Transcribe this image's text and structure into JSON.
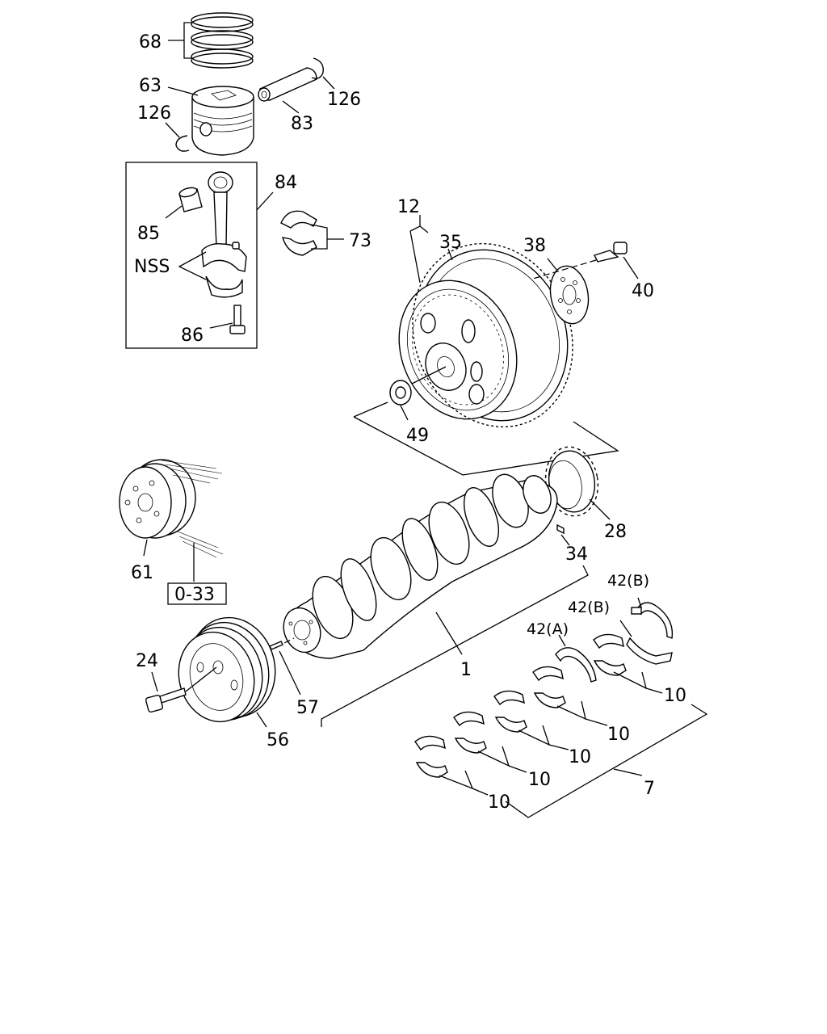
{
  "labels": {
    "l68": "68",
    "l63": "63",
    "l126a": "126",
    "l126b": "126",
    "l83": "83",
    "l84": "84",
    "l85": "85",
    "lNSS": "NSS",
    "l86": "86",
    "l73": "73",
    "l12": "12",
    "l35": "35",
    "l38": "38",
    "l40": "40",
    "l49": "49",
    "l28": "28",
    "l34": "34",
    "l61": "61",
    "lref": "0-33",
    "l24": "24",
    "l56": "56",
    "l57": "57",
    "l1": "1",
    "l42b1": "42(B)",
    "l42b2": "42(B)",
    "l42a": "42(A)",
    "l10a": "10",
    "l10b": "10",
    "l10c": "10",
    "l10d": "10",
    "l10e": "10",
    "l7": "7"
  }
}
